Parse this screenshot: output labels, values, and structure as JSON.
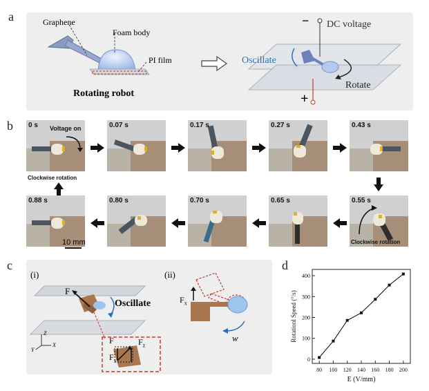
{
  "panel_a": {
    "label": "a",
    "graphene": "Graphene",
    "foam_body": "Foam body",
    "pi_film": "PI film",
    "robot_caption": "Rotating robot",
    "minus": "−",
    "plus": "+",
    "dc_voltage": "DC voltage",
    "oscillate": "Oscillate",
    "rotate": "Rotate"
  },
  "panel_b": {
    "label": "b",
    "frames_top": [
      "0 s",
      "0.07 s",
      "0.17 s",
      "0.27 s",
      "0.43 s"
    ],
    "frames_bottom": [
      "0.88 s",
      "0.80 s",
      "0.70 s",
      "0.65 s",
      "0.55 s"
    ],
    "voltage_on": "Voltage on",
    "cw_left": "Clockwise rotation",
    "cw_right": "Clockwise rotation",
    "scale_bar": "10 mm"
  },
  "panel_c": {
    "label": "c",
    "i_label": "(i)",
    "ii_label": "(ii)",
    "oscillate": "Oscillate",
    "F": "F",
    "Fz": "F",
    "Fz_sub": "z",
    "Fx": "F",
    "Fx_sub": "x",
    "Ftop": "F",
    "Fx2": "F",
    "Fx2_sub": "x",
    "w": "w",
    "axis_z": "Z",
    "axis_x": "X",
    "axis_y": "Y"
  },
  "panel_d": {
    "label": "d"
  },
  "chart_data": {
    "type": "line",
    "x": [
      80,
      100,
      120,
      140,
      160,
      180,
      200
    ],
    "values": [
      8,
      87,
      186,
      222,
      287,
      355,
      408
    ],
    "xlabel": "E (V/mm)",
    "ylabel": "Rotationl Speed (°/s)",
    "xticks": [
      80,
      100,
      120,
      140,
      160,
      180,
      200
    ],
    "yticks": [
      0,
      100,
      200,
      300,
      400
    ],
    "xlim": [
      70,
      210
    ],
    "ylim": [
      -20,
      430
    ],
    "grid": false,
    "marker": "square",
    "line_color": "#000000"
  }
}
